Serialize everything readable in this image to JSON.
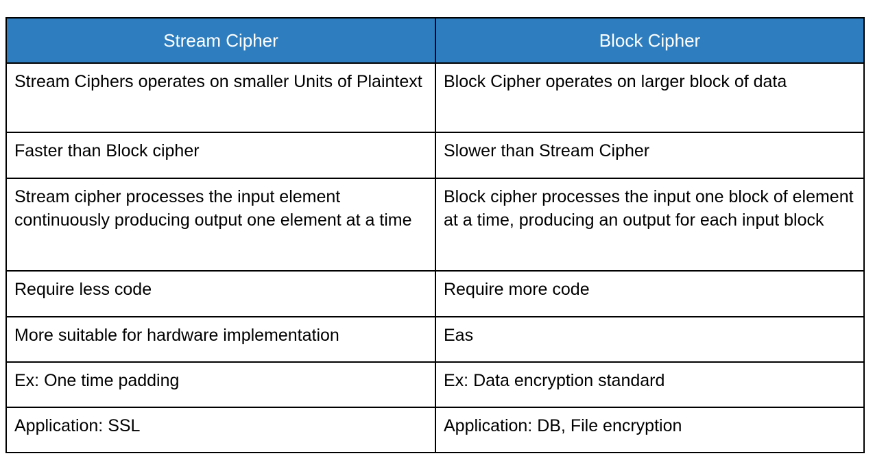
{
  "table": {
    "headers": [
      {
        "label": "Stream Cipher",
        "key": "stream-cipher"
      },
      {
        "label": "Block Cipher",
        "key": "block-cipher"
      }
    ],
    "header_background": "#2E7EBF",
    "header_text_color": "#FFFFFF",
    "border_color": "#000000",
    "body_text_color": "#000000",
    "rows": [
      {
        "stream": "Stream Ciphers operates on smaller Units of Plaintext",
        "block": "Block Cipher operates on larger block of data"
      },
      {
        "stream": "Faster than Block cipher",
        "block": "Slower than Stream Cipher"
      },
      {
        "stream": "Stream cipher processes the input element continuously producing output one element at a time",
        "block": "Block cipher processes the input one block of element at a time, producing an output for each input block"
      },
      {
        "stream": "Require less code",
        "block": "Require more code"
      },
      {
        "stream": "More suitable for hardware implementation",
        "block": "Eas"
      },
      {
        "stream": "Ex: One time padding",
        "block": "Ex: Data encryption standard"
      },
      {
        "stream": "Application: SSL",
        "block": "Application: DB, File encryption"
      }
    ]
  }
}
